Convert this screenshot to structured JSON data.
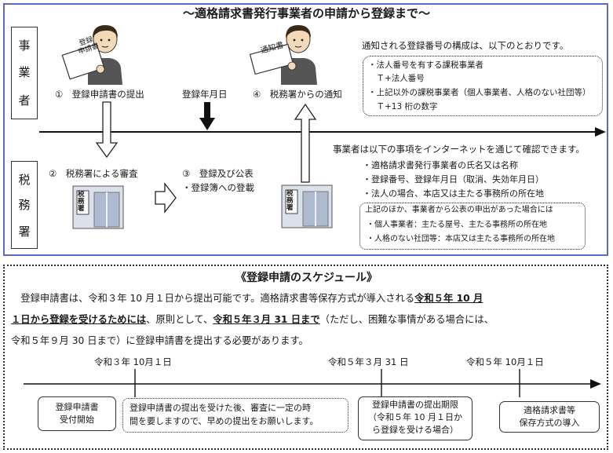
{
  "top": {
    "title": "～適格請求書発行事業者の申請から登録まで～",
    "roles": {
      "business": [
        "事",
        "業",
        "者"
      ],
      "tax_office": [
        "税",
        "務",
        "署"
      ]
    },
    "paper1_label": "登録\n申請書",
    "paper2_label": "通知書",
    "building_label": "税務署",
    "step1": "①　登録申請書の提出",
    "reg_date": "登録年月日",
    "step4": "④　税務署からの通知",
    "step2": "②　税務署による審査",
    "step3_title": "③　登録及び公表",
    "step3_sub": "・登録簿への登載",
    "notice_intro": "通知される登録番号の構成は、以下のとおりです。",
    "notice_items": [
      "・法人番号を有する課税事業者",
      "　Ｔ+法人番号",
      "・上記以外の課税事業者（個人事業者、人格のない社団等）",
      "　Ｔ+13 桁の数字"
    ],
    "confirm_intro": "事業者は以下の事項をインターネットを通じて確認できます。",
    "confirm_items": [
      "・適格請求書発行事業者の氏名又は名称",
      "・登録番号、登録年月日（取消、失効年月日）",
      "・法人の場合、本店又は主たる事務所の所在地"
    ],
    "extra_intro": "上記のほか、事業者から公表の申出があった場合には",
    "extra_items": [
      "・個人事業者：主たる屋号、主たる事務所の所在地",
      "・人格のない社団等：本店又は主たる事務所の所在地"
    ]
  },
  "schedule": {
    "title": "《登録申請のスケジュール》",
    "p1": "　登録申請書は、令和３年 10 月１日から提出可能です。適格請求書等保存方式が導入される",
    "p1_bold": "令和５年 10 月",
    "p2_bold": "１日から登録を受けるためには",
    "p2_mid": "、原則として、",
    "p2_bold2": "令和５年３月 31 日まで",
    "p2_end": "（ただし、困難な事情がある場合には、",
    "p3": "令和５年９月 30 日まで）に登録申請書を提出する必要があります。",
    "dates": [
      "令和３年 10月１日",
      "令和５年３月 31 日",
      "令和５年 10月１日"
    ],
    "box1": "登録申請書\n受付開始",
    "box2": "登録申請書の提出を受けた後、審査に一定の時\n間を要しますので、早めの提出をお願いします。",
    "box3": "登録申請書の提出期限\n（令和５年 10 月１日か\nら登録を受ける場合）",
    "box4": "適格請求書等\n保存方式の導入"
  }
}
